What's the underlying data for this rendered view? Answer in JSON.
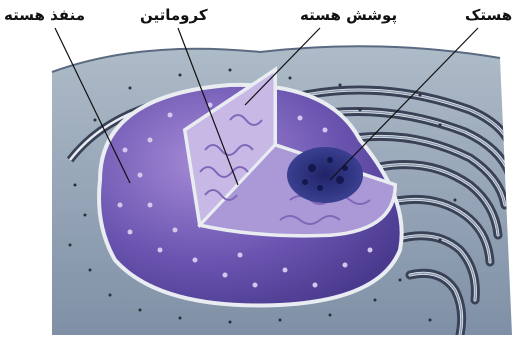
{
  "labels": {
    "nuclear_pore": "منفذ هسته",
    "chromatin": "کروماتین",
    "nuclear_envelope": "پوشش هسته",
    "nucleolus": "هستک"
  },
  "colors": {
    "cytoplasm": "#8c9cb0",
    "cytoplasm_dark": "#6f8098",
    "nucleus": "#6a54b0",
    "nucleus_light": "#a58ad6",
    "nucleoplasm_cut": "#b9a6dc",
    "nucleolus": "#2b2f78",
    "er_membrane": "#e9edf2",
    "er_lumen": "#3a4258",
    "leader_line": "#111111"
  }
}
